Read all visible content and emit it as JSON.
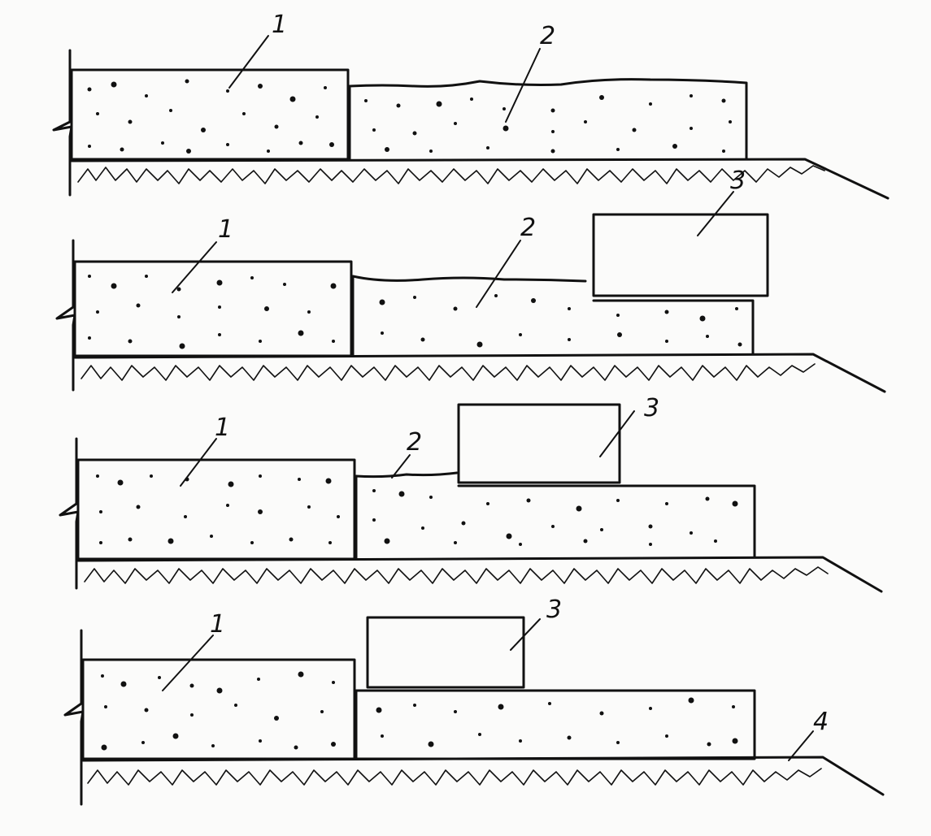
{
  "diagram": {
    "ink_color": "#111111",
    "paper_color": "#fbfbfa",
    "panels": [
      {
        "id": "panel-1",
        "labels": [
          "1",
          "2"
        ]
      },
      {
        "id": "panel-2",
        "labels": [
          "1",
          "2",
          "3"
        ]
      },
      {
        "id": "panel-3",
        "labels": [
          "1",
          "2",
          "3"
        ]
      },
      {
        "id": "panel-4",
        "labels": [
          "1",
          "3",
          "4"
        ]
      }
    ]
  }
}
